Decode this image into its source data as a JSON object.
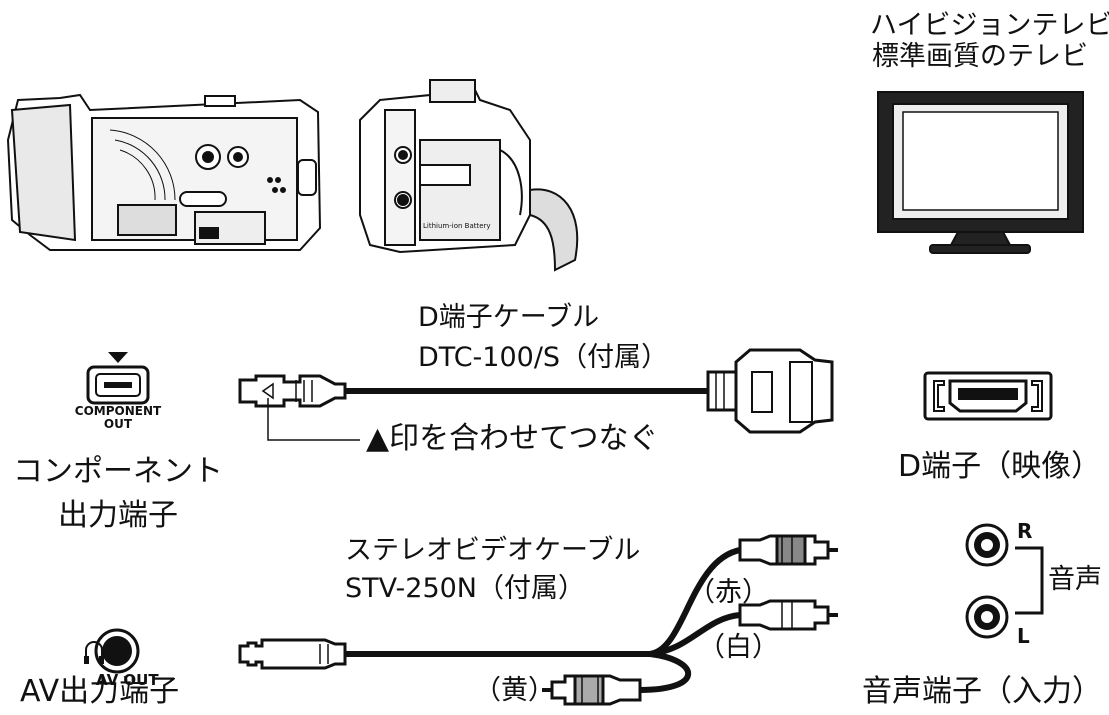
{
  "tv": {
    "line1": "ハイビジョンテレビ",
    "line2": "標準画質のテレビ"
  },
  "camera": {
    "component_jack_text": "COMPONENT OUT",
    "av_jack_text": "AV OUT",
    "battery_text": "Lithium-ion Battery"
  },
  "component": {
    "jack_line1": "COMPONENT",
    "jack_line2": "OUT",
    "terminal_line1": "コンポーネント",
    "terminal_line2": "出力端子",
    "cable_name": "D端子ケーブル",
    "cable_model": "DTC-100/S（付属）",
    "align_note": "▲印を合わせてつなぐ",
    "tv_terminal": "D端子（映像）"
  },
  "av": {
    "jack_label": "AV OUT",
    "terminal": "AV出力端子",
    "cable_name": "ステレオビデオケーブル",
    "cable_model": "STV-250N（付属）",
    "plug_red": "（赤）",
    "plug_white": "（白）",
    "plug_yellow": "（黄）",
    "audio_r": "R",
    "audio_l": "L",
    "audio_label": "音声",
    "audio_terminal": "音声端子（入力）"
  }
}
